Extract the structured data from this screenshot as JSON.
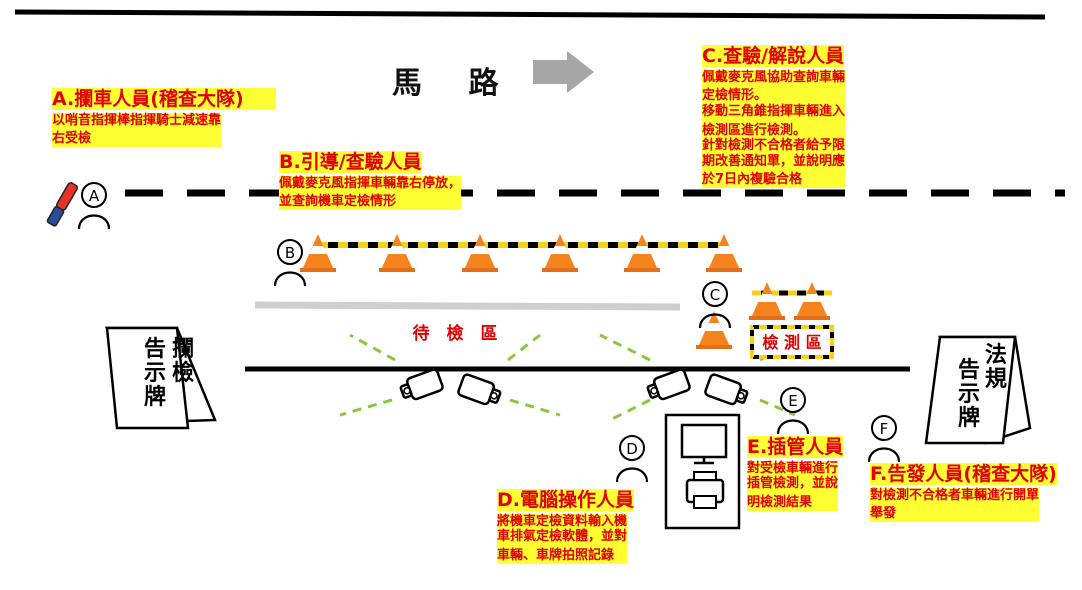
{
  "road": {
    "label": "馬 路"
  },
  "zones": {
    "waiting": "待　檢　區",
    "testing": "檢 測 區"
  },
  "signs": {
    "left": {
      "col1": "攔檢",
      "col2": "告示牌"
    },
    "right": {
      "col1": "法規",
      "col2": "告示牌"
    }
  },
  "markers": {
    "A": "A",
    "B": "B",
    "C": "C",
    "D": "D",
    "E": "E",
    "F": "F"
  },
  "roles": {
    "A": {
      "title": "A.攔車人員(稽查大隊)",
      "desc": [
        "以哨音指揮棒指揮騎士減速靠",
        "右受檢"
      ]
    },
    "B": {
      "title": "B.引導/查驗人員",
      "desc": [
        "佩戴麥克風指揮車輛靠右停放，",
        "並查詢機車定檢情形"
      ]
    },
    "C": {
      "title": "C.查驗/解說人員",
      "desc": [
        "佩戴麥克風協助查詢車輛",
        "定檢情形。",
        "移動三角錐指揮車輛進入",
        "檢測區進行檢測。",
        "針對檢測不合格者給予限",
        "期改善通知單，並說明應",
        "於7日內複驗合格"
      ]
    },
    "D": {
      "title": "D.電腦操作人員",
      "desc": [
        "將機車定檢資料輸入機",
        "車排氣定檢軟體，並對",
        "車輛、車牌拍照記錄"
      ]
    },
    "E": {
      "title": "E.插管人員",
      "desc": [
        "對受檢車輛進行",
        "插管檢測，並說",
        "明檢測結果"
      ]
    },
    "F": {
      "title": "F.告發人員(稽查大隊)",
      "desc": [
        "對檢測不合格者車輛進行開單",
        "舉發"
      ]
    }
  },
  "colors": {
    "label_bg": "#ffff33",
    "label_text": "#e00000",
    "cone": "#f5841f",
    "camera_beam": "#8cc63f",
    "arrow": "#a6a6a6"
  }
}
